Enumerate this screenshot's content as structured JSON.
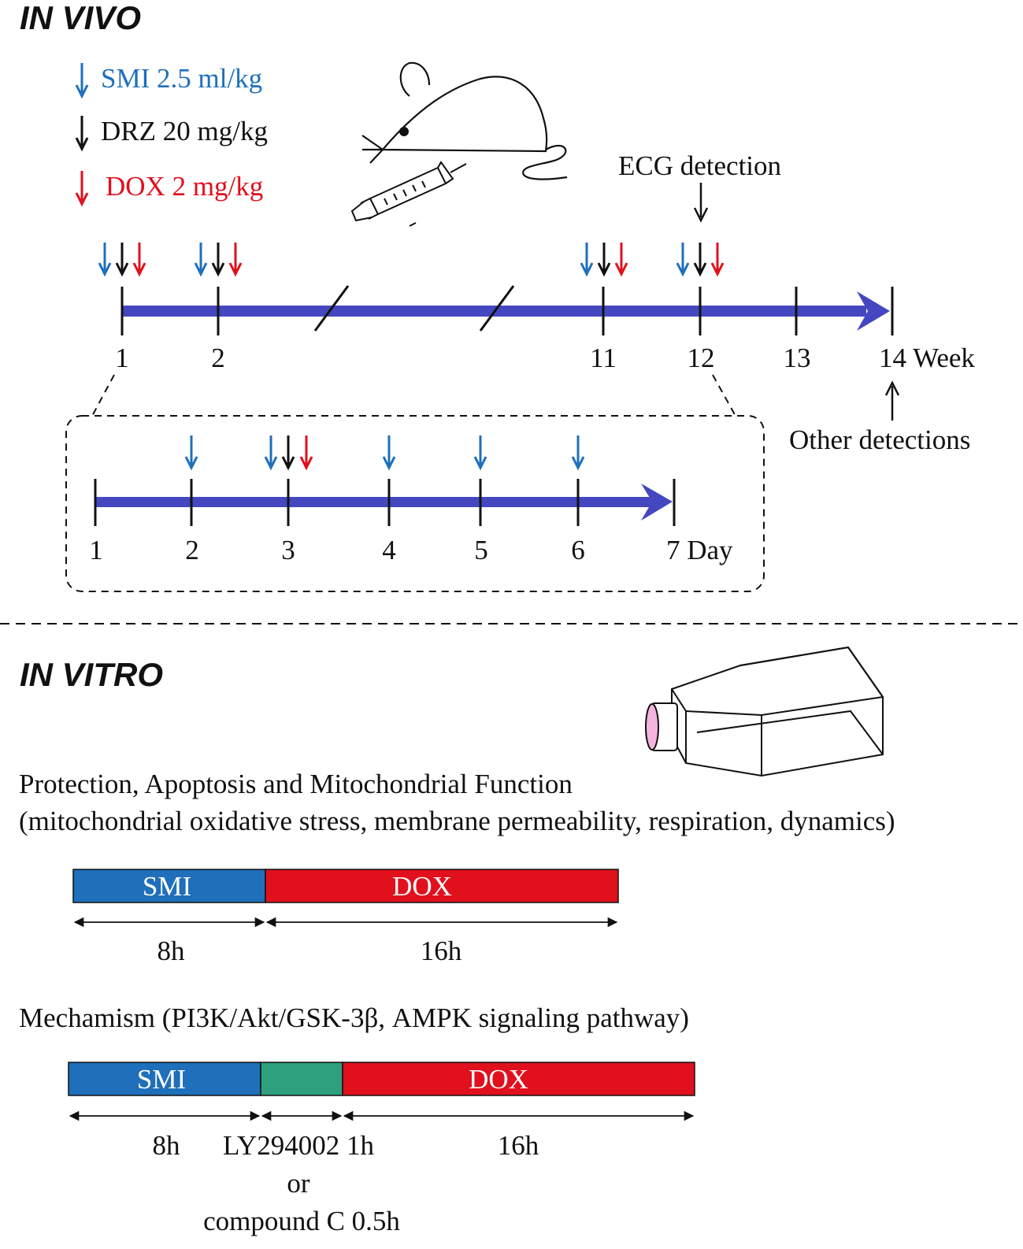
{
  "in_vivo": {
    "title": "IN VIVO",
    "legend": [
      {
        "label": "SMI 2.5 ml/kg",
        "color": "#1f6fba"
      },
      {
        "label": "DRZ 20 mg/kg",
        "color": "#111111"
      },
      {
        "label": "DOX 2 mg/kg",
        "color": "#e1101d"
      }
    ],
    "ecg_label": "ECG detection",
    "other_label": "Other detections",
    "week_ticks": [
      "1",
      "2",
      "11",
      "12",
      "13",
      "14 Week"
    ],
    "day_ticks": [
      "1",
      "2",
      "3",
      "4",
      "5",
      "6",
      "7 Day"
    ]
  },
  "in_vitro": {
    "title": "IN VITRO",
    "protocol1": {
      "line1": "Protection, Apoptosis and Mitochondrial Function",
      "line2": "(mitochondrial oxidative stress, membrane permeability, respiration, dynamics)",
      "seg_smi": "SMI",
      "seg_dox": "DOX",
      "dur_smi": "8h",
      "dur_dox": "16h"
    },
    "protocol2": {
      "line1": "Mechamism (PI3K/Akt/GSK-3β, AMPK signaling pathway)",
      "seg_smi": "SMI",
      "seg_dox": "DOX",
      "dur_smi": "8h",
      "dur_mid_1": "LY294002 1h",
      "dur_mid_2": "or",
      "dur_mid_3": "compound C 0.5h",
      "dur_dox": "16h"
    }
  },
  "colors": {
    "timeline": "#4447c0",
    "smi": "#1f6fba",
    "drz": "#111111",
    "dox": "#e1101d",
    "inhibitor": "#2fa07e",
    "flask_cap": "#f5b3e0"
  }
}
